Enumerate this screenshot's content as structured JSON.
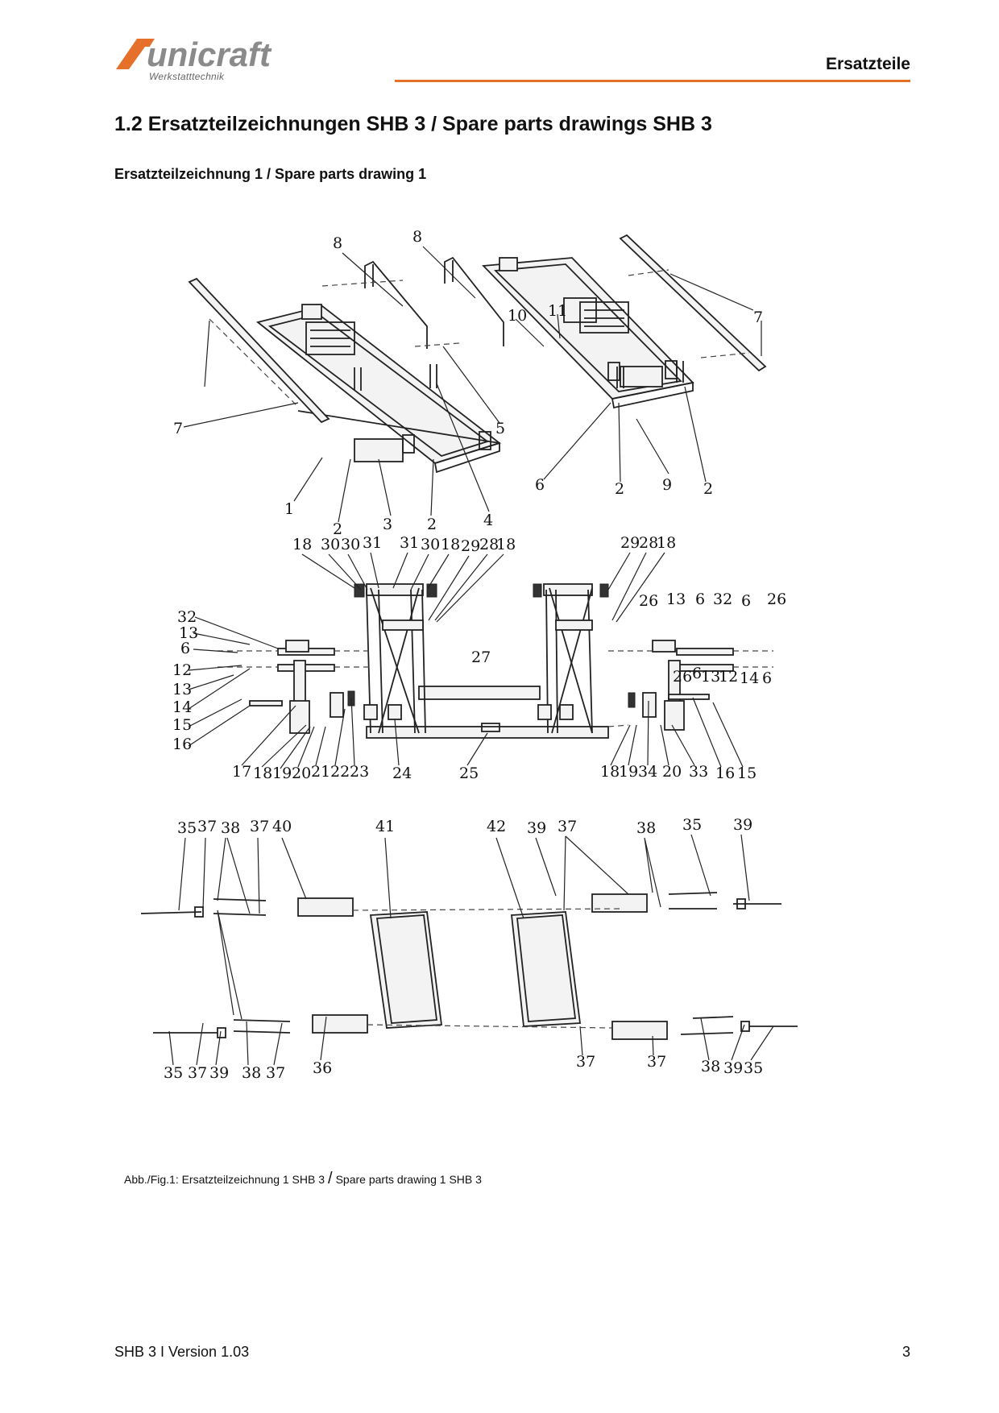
{
  "header": {
    "logo_text": "unicraft",
    "logo_tagline": "Werkstatttechnik",
    "section": "Ersatzteile"
  },
  "title": "1.2  Ersatzteilzeichnungen SHB 3 / Spare parts drawings SHB 3",
  "subtitle": "Ersatzteilzeichnung 1 / Spare parts drawing 1",
  "caption": {
    "left": "Abb./Fig.1: Ersatzteilzeichnung 1 SHB 3",
    "slash": "/",
    "right": "Spare parts drawing 1 SHB 3"
  },
  "footer": {
    "doc": "SHB 3 I Version 1.03",
    "page": "3"
  },
  "colors": {
    "accent": "#e5702a",
    "logo_gray": "#8a8a8a"
  },
  "drawing": {
    "labels": [
      "8",
      "8",
      "7",
      "10",
      "11",
      "7",
      "5",
      "6",
      "9",
      "2",
      "2",
      "1",
      "2",
      "3",
      "2",
      "4",
      "18",
      "30",
      "30",
      "31",
      "31",
      "30",
      "18",
      "29",
      "28",
      "18",
      "29",
      "28",
      "18",
      "32",
      "13",
      "6",
      "12",
      "13",
      "14",
      "15",
      "16",
      "26",
      "13",
      "6",
      "32",
      "6",
      "26",
      "27",
      "26",
      "6",
      "13",
      "12",
      "14",
      "6",
      "17",
      "18",
      "19",
      "20",
      "21",
      "22",
      "23",
      "24",
      "25",
      "18",
      "19",
      "34",
      "20",
      "33",
      "16",
      "15",
      "35",
      "37",
      "38",
      "37",
      "40",
      "41",
      "42",
      "39",
      "37",
      "38",
      "35",
      "39",
      "35",
      "37",
      "39",
      "38",
      "37",
      "36",
      "37",
      "37",
      "38",
      "39",
      "35"
    ]
  }
}
